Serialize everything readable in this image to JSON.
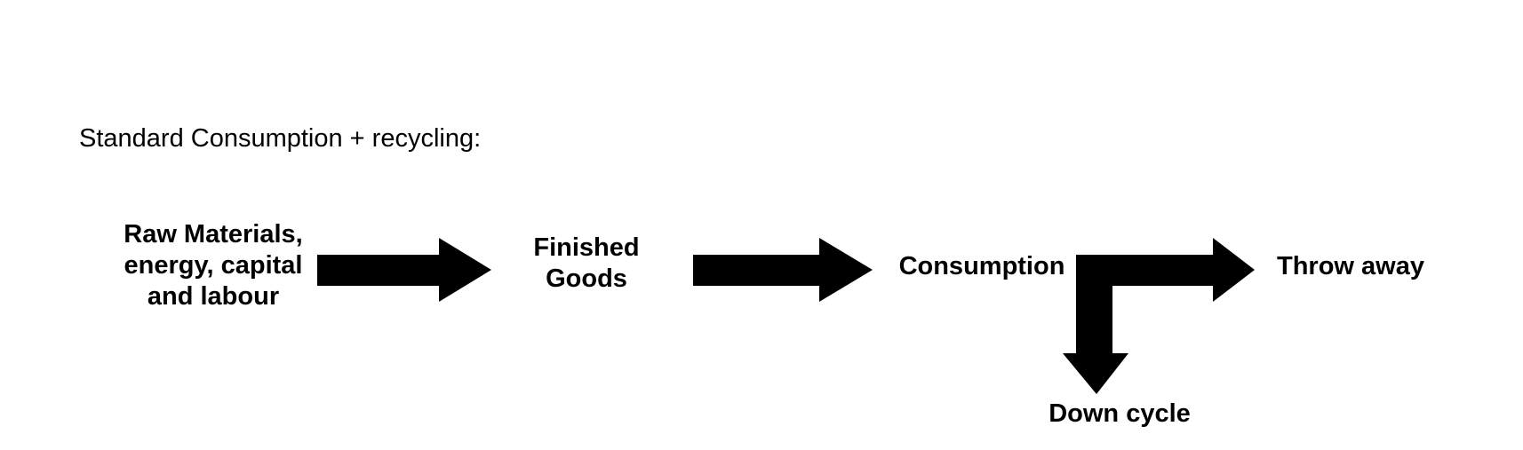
{
  "heading": "Standard Consumption + recycling:",
  "nodes": {
    "raw_materials": [
      "Raw Materials,",
      "energy, capital",
      "and labour"
    ],
    "finished_goods": [
      "Finished",
      "Goods"
    ],
    "consumption": "Consumption",
    "throw_away": "Throw away",
    "down_cycle": "Down cycle"
  },
  "colors": {
    "arrow_fill": "#000000",
    "text": "#000000",
    "background": "#ffffff"
  }
}
